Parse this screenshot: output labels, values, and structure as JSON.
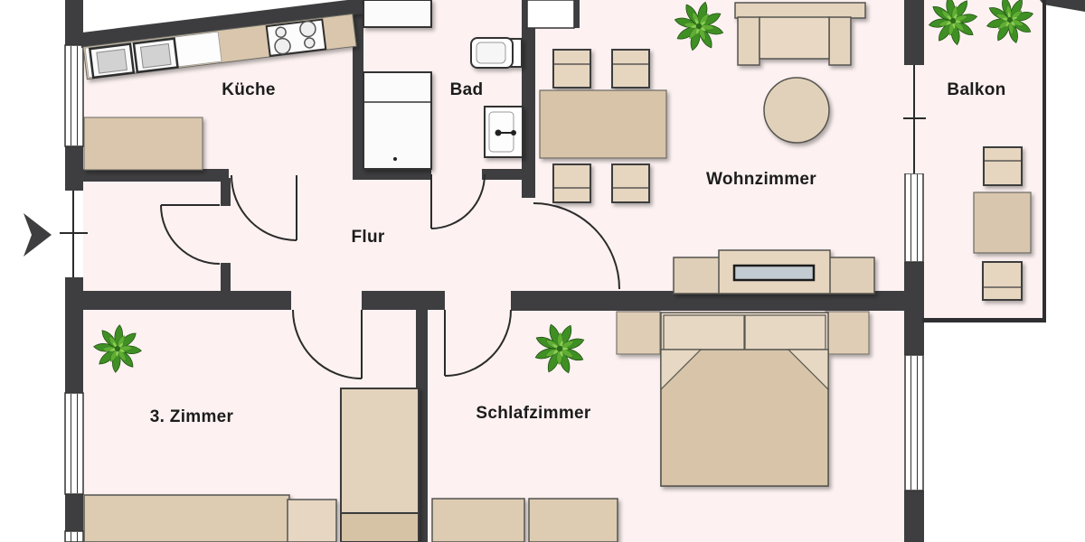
{
  "plan": {
    "type": "apartment-floor-plan",
    "rooms": [
      {
        "id": "kueche",
        "label": "Küche"
      },
      {
        "id": "bad",
        "label": "Bad"
      },
      {
        "id": "flur",
        "label": "Flur"
      },
      {
        "id": "wohnzimmer",
        "label": "Wohnzimmer"
      },
      {
        "id": "balkon",
        "label": "Balkon"
      },
      {
        "id": "drittes_zimmer",
        "label": "3. Zimmer"
      },
      {
        "id": "schlafzimmer",
        "label": "Schlafzimmer"
      }
    ],
    "colors": {
      "wall": "#3e3e40",
      "floor": "#fdf1f1",
      "outside": "#ffffff",
      "furniture_beige": "#ddcbb2",
      "furniture_dark_beige": "#d8c4a8",
      "furniture_light_beige": "#e7d8c3",
      "appliance_white": "#fbfbfb",
      "tv_screen": "#c3cbd2",
      "plant_green_dark": "#2e7d1c",
      "plant_green": "#4c9c2e",
      "plant_green_light": "#74bf41",
      "label_text": "#1c1c1c"
    },
    "icons": {
      "entry_arrow": "entry-direction-arrow",
      "plant_count": 5
    },
    "furniture": {
      "kueche": [
        "angled counter",
        "double sink",
        "stove with 4 burners",
        "side counter"
      ],
      "bad": [
        "shower tray",
        "washing machine",
        "toilet",
        "wash basin"
      ],
      "essbereich": [
        "dining table",
        "4 chairs"
      ],
      "wohnzimmer": [
        "sofa",
        "round coffee table",
        "tv lowboard",
        "tv"
      ],
      "balkon": [
        "2 plants",
        "small table",
        "2 chairs"
      ],
      "schlafzimmer": [
        "double bed",
        "2 nightstands",
        "2-seat sofa",
        "plant"
      ],
      "drittes_zimmer": [
        "bed/sofa",
        "side element",
        "wardrobe",
        "plant"
      ]
    }
  }
}
